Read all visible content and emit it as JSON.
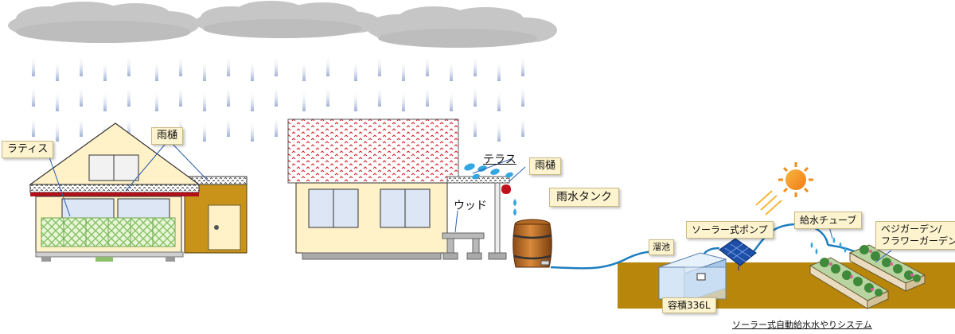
{
  "labels": {
    "lattice": "ラティス",
    "gutter_house": "雨樋",
    "terrace": "テラス",
    "gutter_terrace": "雨樋",
    "wood": "ウッド",
    "rain_tank": "雨水タンク",
    "pond": "溜池",
    "solar_pump": "ソーラー式ポンプ",
    "supply_tube": "給水チューブ",
    "garden_line1": "ベジガーデン/",
    "garden_line2": "フラワーガーデン",
    "capacity": "容積336L",
    "caption": "ソーラー式自動給水水やりシステム"
  },
  "colors": {
    "cloud": "#c8c8c8",
    "rain": "#a9b8d6",
    "callout_bg": "#fdf3cf",
    "ground": "#b8860b",
    "roof_pattern": "#d8202a",
    "water_tube": "#1f7fbf"
  }
}
